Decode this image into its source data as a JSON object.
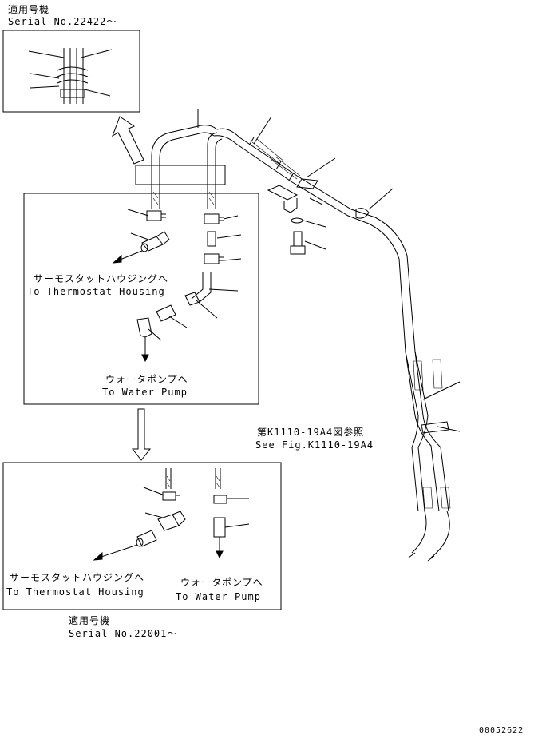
{
  "header_inset": {
    "applicable_models": "適用号機",
    "serial": "Serial No.22422～"
  },
  "upper_box": {
    "to_thermostat_jp": "サーモスタットハウジングへ",
    "to_thermostat_en": "To Thermostat Housing",
    "to_water_pump_jp": "ウォータポンプへ",
    "to_water_pump_en": "To Water Pump"
  },
  "reference": {
    "jp": "第K1110-19A4図参照",
    "en": "See Fig.K1110-19A4"
  },
  "lower_box": {
    "to_thermostat_jp": "サーモスタットハウジングへ",
    "to_thermostat_en": "To Thermostat Housing",
    "to_water_pump_jp": "ウォータポンプへ",
    "to_water_pump_en": "To Water Pump"
  },
  "footer_note": {
    "applicable_models": "適用号機",
    "serial": "Serial No.22001～"
  },
  "drawing_number": "00052622"
}
